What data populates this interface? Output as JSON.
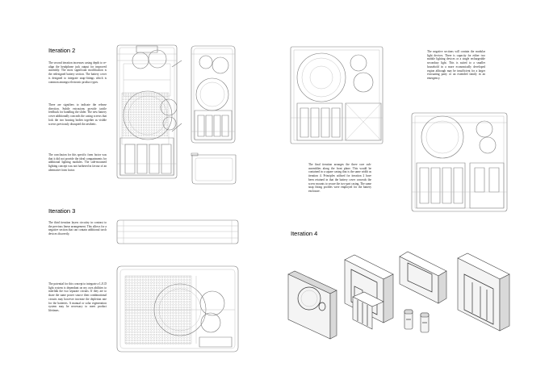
{
  "headings": {
    "iter2": "Iteration 2",
    "iter3": "Iteration 3",
    "iter4": "Iteration 4"
  },
  "text": {
    "iter2_p1": "The second iteration increases casing depth to re-align the headphone jack output for improved assembly. The most significant modification is the redesigned battery section. The battery cover is designed to integrate snap-fittings which is common amongst electronic product types.",
    "iter2_p2": "There are signifiers to indicate the release direction. Subtle extrusions provide tactile feedback for handling the slider. The new battery cover additionally conceals the casing screws that lock the two housing bodies together as visible screws previously disrupted the aesthetic.",
    "iter2_p3": "The conclusion for this specific form factor was that it did not provide the ideal compartments for additional lighting modules. The side-mounted lighting concept was not furthered in favour of an alternative form factor.",
    "iter3_p1": "The third iteration layers circuitry in contrast to the previous linear arrangement. This allows for a negative section that can contain additional torch devices discreetly.",
    "iter3_p2": "The potential for this concept to integrate a L.E.D light system is dependant on my own abilities to interlink the two separate circuits. If they are to share the same power source then combinational circuits may however increase the depletion rate for the batteries. A manual or solar regeneration system may be necessary to meet product lifetimes.",
    "right_p1": "The negative sections will contain the modular light devices. There is capacity for either two mobile lighting devices or a single rechargeable secondary light. This is suited to a smaller household in a more economically developed region although may be insufficient for a larger evacuating party or an extended family in an emergency.",
    "right_p2": "The final iteration arranges the three core sub-assemblies along the front plane. This would be contained in a square casing that is the same width as iteration 4. Principles utilised for iteration 2 have been retained in that the battery cover conceals the screw mounts to secure the two-part casing. The same snap fitting profiles were employed for the battery enclosure."
  }
}
